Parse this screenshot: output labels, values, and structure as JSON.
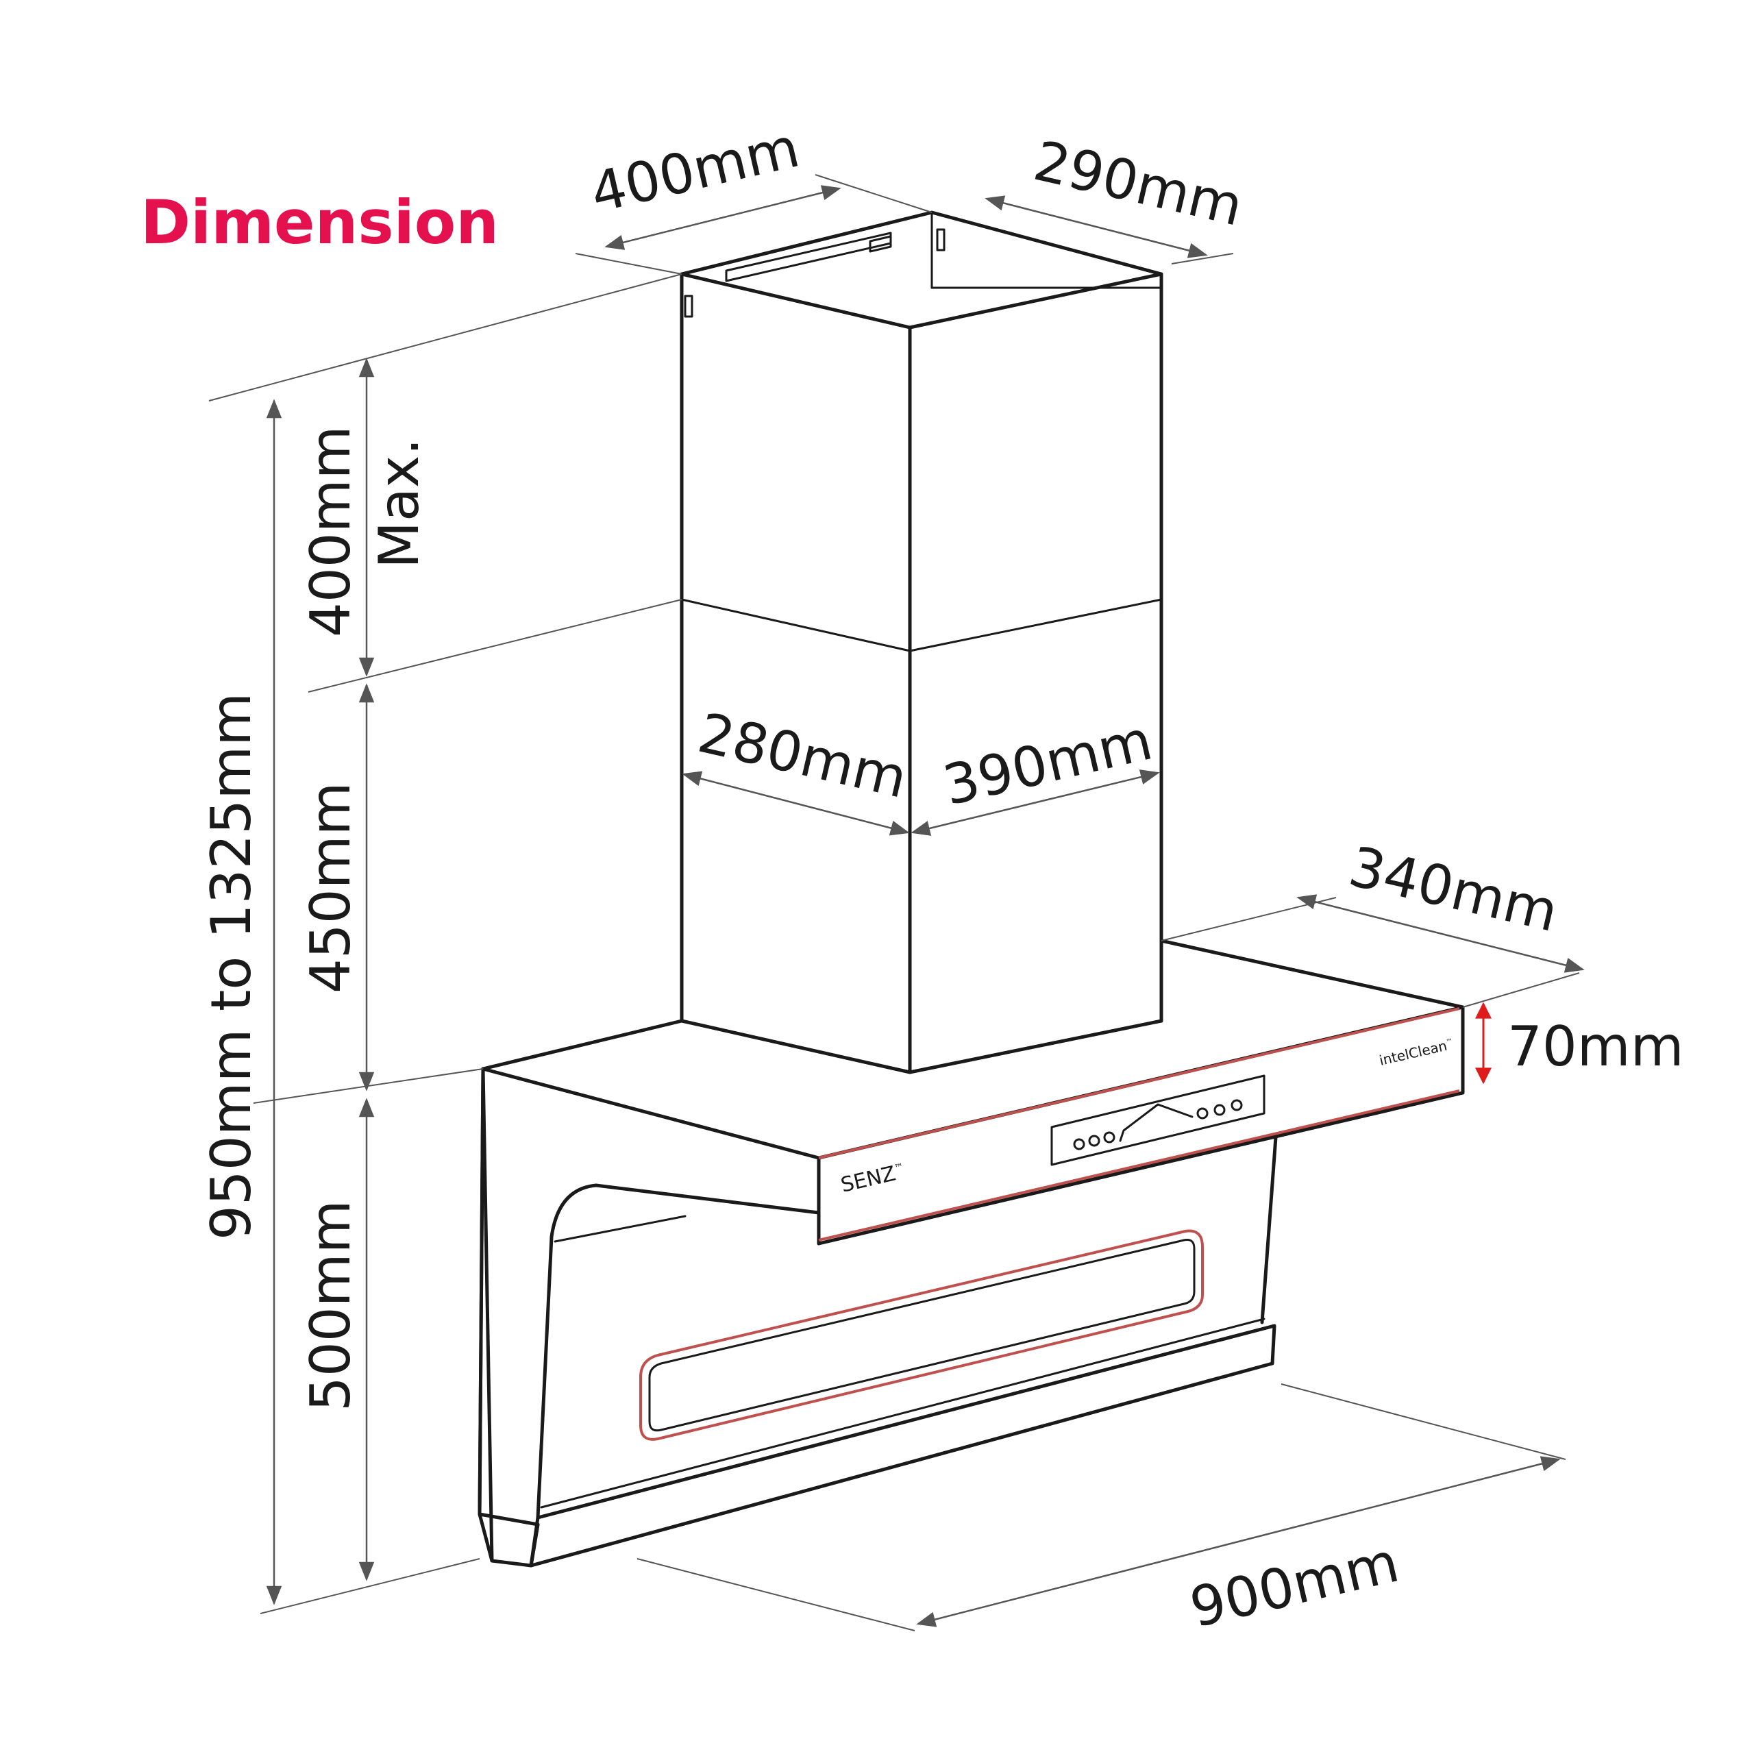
{
  "title": "Dimension",
  "colors": {
    "title": "#e5114f",
    "accent_red": "#e01b1b",
    "trim_red": "#c0504d",
    "line": "#1a1a1a",
    "dimension": "#555555"
  },
  "dimensions": {
    "chimney_top_width": "400mm",
    "chimney_top_depth": "290mm",
    "chimney_mid_depth": "280mm",
    "chimney_mid_width": "390mm",
    "hood_depth": "340mm",
    "glass_thickness": "70mm",
    "base_width": "900mm",
    "upper_chimney_height": "400mm",
    "upper_chimney_max": "Max.",
    "lower_chimney_height": "450mm",
    "hood_height": "500mm",
    "total_height": "950mm to 1325mm"
  },
  "branding": {
    "logo": "SENZ",
    "logo_mark": "™",
    "feature_label": "intelClean",
    "feature_mark": "™"
  },
  "control_panel": {
    "icons": [
      "minus-icon",
      "speed-icon",
      "boost-icon",
      "hood-shape-icon",
      "light-icon",
      "timer-icon",
      "power-icon"
    ]
  }
}
